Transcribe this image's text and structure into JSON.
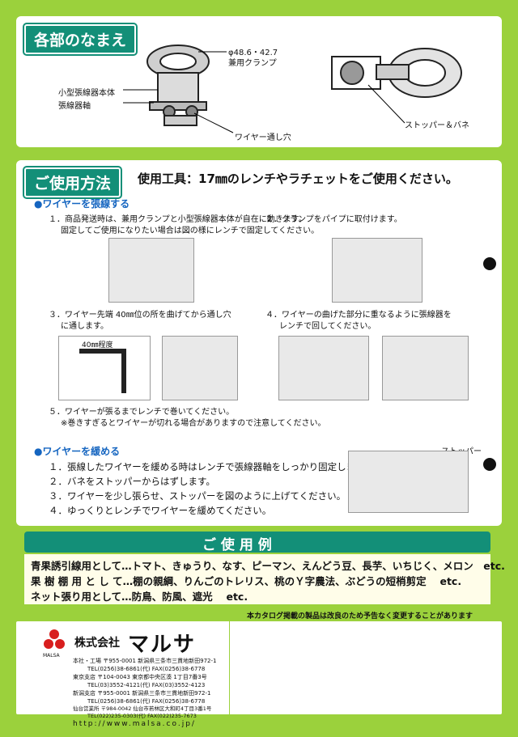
{
  "parts": {
    "title": "各部のなまえ",
    "clamp_size": "φ48.6・42.7",
    "clamp_label": "兼用クランプ",
    "body_label": "小型張線器本体",
    "shaft_label": "張線器軸",
    "wire_hole_label": "ワイヤー通し穴",
    "stopper_label": "ストッパー＆バネ"
  },
  "usage": {
    "title": "ご使用方法",
    "tools": "使用工具：17㎜のレンチやラチェットをご使用ください。",
    "tension_heading": "●ワイヤーを張線する",
    "step1_line1": "１．商品発送時は、兼用クランプと小型張線器本体が自在に動きます。",
    "step1_line2": "固定してご使用になりたい場合は図の様にレンチで固定してください。",
    "step2": "２．クランプをパイプに取付けます。",
    "step3_line1": "３．ワイヤー先端 40㎜位の所を曲げてから通し穴",
    "step3_line2": "に通します。",
    "bend_label": "40㎜程度",
    "step4_line1": "４．ワイヤーの曲げた部分に重なるように張線器を",
    "step4_line2": "レンチで回してください。",
    "step5_line1": "５．ワイヤーが張るまでレンチで巻いてください。",
    "step5_line2": "※巻きすぎるとワイヤーが切れる場合がありますので注意してください。",
    "loosen_heading": "●ワイヤーを緩める",
    "loosen_stopper": "ストッパー",
    "loosen1": "１．張線したワイヤーを緩める時はレンチで張線器軸をしっかり固定します。",
    "loosen2": "２．バネをストッパーからはずします。",
    "loosen3": "３．ワイヤーを少し張らせ、ストッパーを図のように上げてください。",
    "loosen4": "４．ゆっくりとレンチでワイヤーを緩めてください。"
  },
  "examples": {
    "title": "ご 使 用 例",
    "row1": "青果誘引線用として…トマト、きゅうり、なす、ピーマン、えんどう豆、長芋、いちじく、メロン　etc.",
    "row2": "果 樹 棚 用 と し て…棚の親綱、りんごのトレリス、桃のＹ字農法、ぶどうの短梢剪定　 etc.",
    "row3": "ネット張り用として…防鳥、防風、遮光　 etc."
  },
  "notice": "本カタログ掲載の製品は改良のため予告なく変更することがあります",
  "company": {
    "prefix": "株式会社",
    "name": "マルサ",
    "logo_text": "MALSA",
    "hq": "本社・工場 〒955-0001 新潟県三条市三貫地新田972-1",
    "hq_tel": "TEL(0256)38-6861(代) FAX(0256)38-6778",
    "tokyo": "東京支店 〒104-0043 東京都中央区湊 1丁目7番3号",
    "tokyo_tel": "TEL(03)3552-4121(代) FAX(03)3552-4123",
    "niigata": "新潟支店 〒955-0001 新潟県三条市三貫地新田972-1",
    "niigata_tel": "TEL(0256)38-6861(代) FAX(0256)38-6778",
    "sendai": "仙台営業所 〒984-0042 仙台市若林区大和町4丁目3番1号",
    "sendai_tel": "TEL(022)235-0303(代) FAX(022)235-7673",
    "url": "http://www.malsa.co.jp/"
  }
}
